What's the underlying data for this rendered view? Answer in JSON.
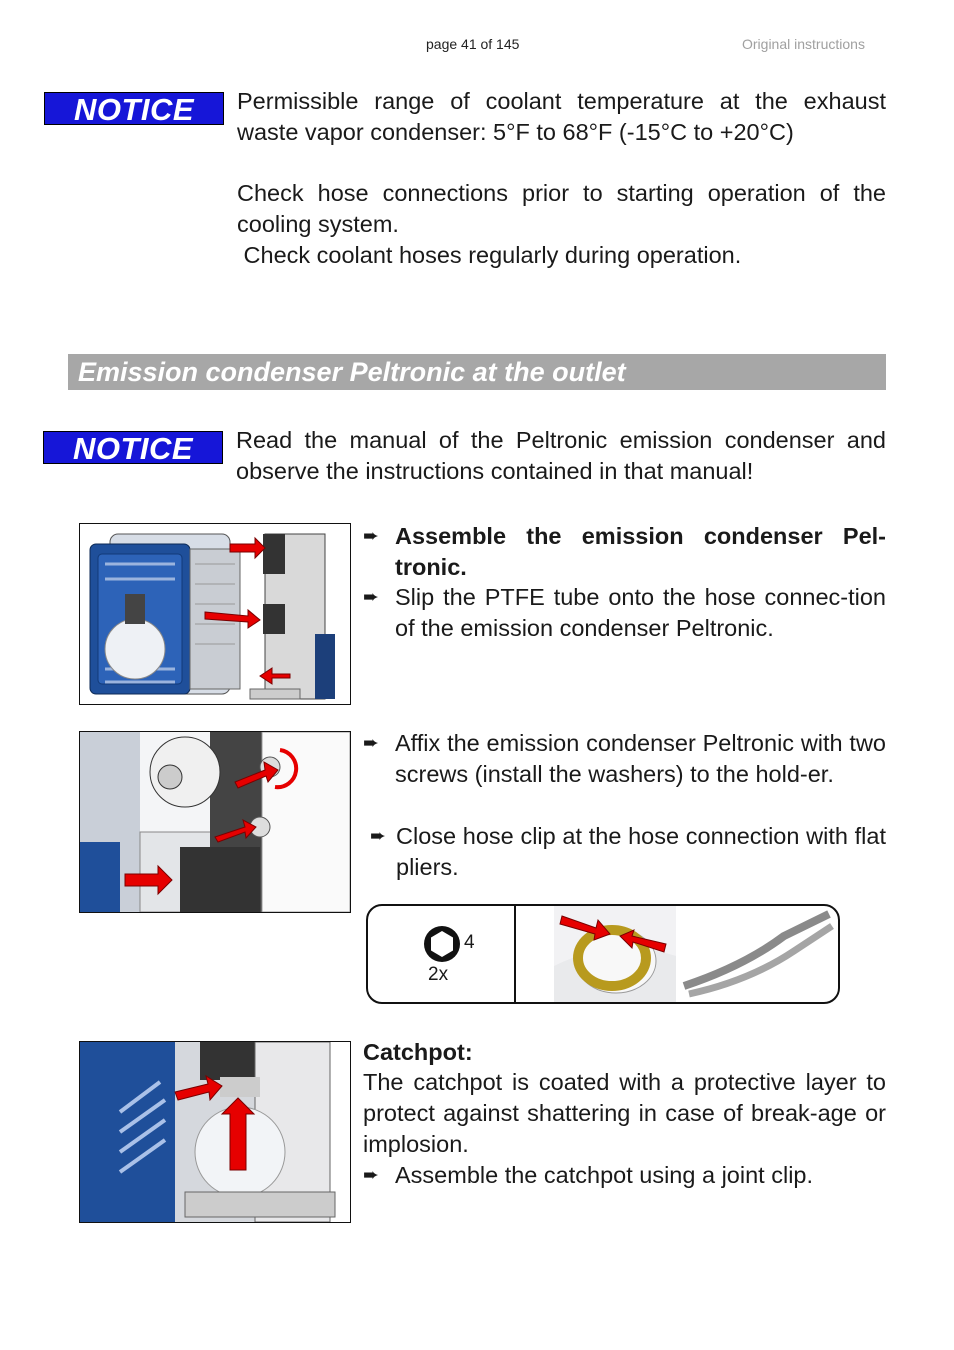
{
  "header": {
    "page_number": "page 41 of 145",
    "doc_label": "Original instructions"
  },
  "notice1": {
    "badge": "NOTICE",
    "line1": "Permissible range of coolant temperature at the exhaust waste vapor condenser: 5°F to 68°F (-15°C to +20°C)",
    "line2": "Check hose connections prior to starting operation of the cooling system.",
    "line3": " Check coolant hoses regularly during operation."
  },
  "section": {
    "title": "Emission condenser Peltronic at the outlet"
  },
  "notice2": {
    "badge": "NOTICE",
    "text": "Read the manual of the Peltronic emission condenser and observe the instructions contained in that manual!"
  },
  "step_glyph": "➨",
  "steps1": [
    {
      "text": "Assemble the emission condenser Pel-tronic.",
      "bold": true
    },
    {
      "text": "Slip the PTFE tube onto the hose connec-tion of the emission condenser Peltronic.",
      "bold": false
    }
  ],
  "steps2": [
    {
      "text": "Affix the emission condenser Peltronic with two screws (install the washers) to the hold-er."
    },
    {
      "text": "Close hose clip at the hose connection with flat pliers."
    }
  ],
  "tools": {
    "wrench_size": "4",
    "count": "2x"
  },
  "catchpot": {
    "heading": "Catchpot:",
    "text": "The catchpot is coated with a protective layer to protect against shattering in case of break-age or implosion.",
    "step": "Assemble the catchpot using a joint clip."
  },
  "colors": {
    "notice_blue": "#1616d8",
    "section_gray": "#a7a7a7",
    "arrow_red": "#e60000",
    "pump_blue": "#1f4f9a"
  }
}
